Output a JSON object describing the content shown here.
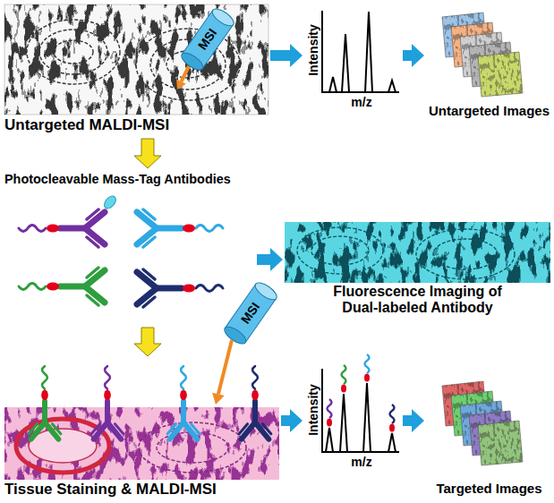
{
  "diagram": {
    "nodes": [
      {
        "text": [
          "Untargeted MALDI-MSI"
        ]
      },
      {
        "text": [
          "Intensity",
          "m/z"
        ]
      },
      {
        "text": [
          "Untargeted Images"
        ]
      },
      {
        "text": [
          "Photocleavable Mass-Tag Antibodies"
        ]
      },
      {
        "text": [
          "Fluorescence Imaging of Dual-labeled Antibody"
        ]
      },
      {
        "text": [
          "Tissue Staining & MALDI-MSI"
        ]
      },
      {
        "text": [
          "Intensity",
          "m/z"
        ]
      },
      {
        "text": [
          "Targeted Images"
        ]
      }
    ],
    "edges": [
      {
        "from": 0,
        "to": 1,
        "arrow": "to"
      },
      {
        "from": 1,
        "to": 2,
        "arrow": "to"
      },
      {
        "from": 0,
        "to": 3,
        "arrow": "to"
      },
      {
        "from": 3,
        "to": 4,
        "arrow": "to"
      },
      {
        "from": 3,
        "to": 5,
        "arrow": "to"
      },
      {
        "from": 5,
        "to": 6,
        "arrow": "to"
      },
      {
        "from": 6,
        "to": 7,
        "arrow": "to"
      }
    ],
    "labels": [
      "MSI",
      "MSI"
    ]
  }
}
